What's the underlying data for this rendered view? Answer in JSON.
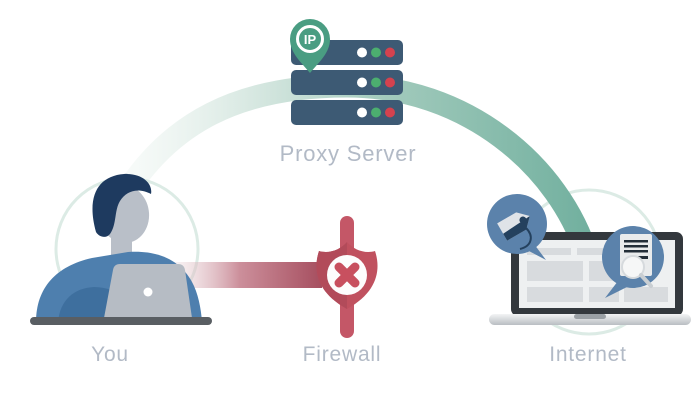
{
  "nodes": {
    "you": {
      "label": "You"
    },
    "proxy_server": {
      "label": "Proxy Server",
      "badge": "IP",
      "server_units": 3,
      "leds": [
        "white",
        "green",
        "red"
      ]
    },
    "firewall": {
      "label": "Firewall"
    },
    "internet": {
      "label": "Internet"
    }
  },
  "connections": [
    {
      "from": "you",
      "to": "internet",
      "via": "proxy_server",
      "status": "allowed",
      "style": "teal arc over firewall",
      "color": "#72b09f"
    },
    {
      "from": "you",
      "to": "firewall",
      "status": "blocked",
      "style": "red beam stopped at shield",
      "color": "#a64e5f"
    }
  ],
  "icons": {
    "ip_pin": "green map pin with IP text above proxy server",
    "shield_x": "red shield with white circle and red X cross",
    "price_tag": "price tag in blue callout bubble",
    "document_search": "document with magnifying glass in blue callout bubble"
  },
  "colors": {
    "background": "#ffffff",
    "teal_path": "#72b09f",
    "teal_path_light": "#dcebe5",
    "blocked_path": "#a64e5f",
    "server_body": "#3d5a74",
    "led_green": "#4cae6f",
    "led_red": "#d4424e",
    "led_white": "#ffffff",
    "pin_green": "#4a9d82",
    "shield_red": "#c0515f",
    "shield_red_dark": "#b24b5a",
    "bubble_blue": "#5b82ab",
    "person_shirt": "#4e7fae",
    "person_hair": "#1e3a5f",
    "person_skin": "#b9bfc8",
    "laptop_gray": "#b6bcc4",
    "desk_gray": "#595e63",
    "screen_frame": "#33383d",
    "label_text": "#b2bac6"
  }
}
